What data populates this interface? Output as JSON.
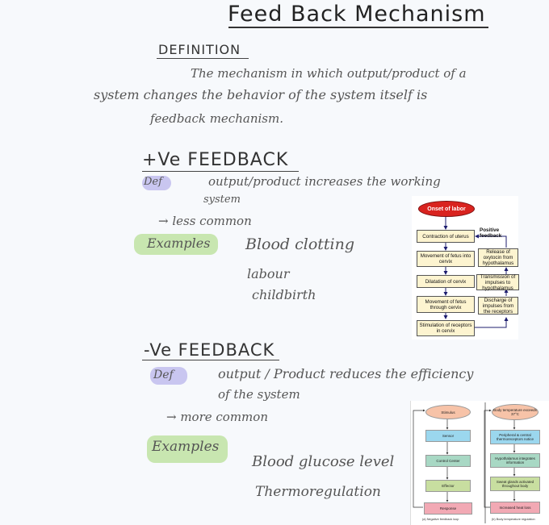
{
  "notes": {
    "title": "Feed Back Mechanism",
    "definition": {
      "heading": "DEFINITION",
      "line1": "The mechanism in which output/product of a",
      "line2": "system changes the behavior of the system itself is",
      "line3": "feedback mechanism."
    },
    "positive": {
      "heading": "+Ve FEEDBACK",
      "def_label": "Def",
      "def_line1": "output/product increases the working",
      "def_line2": "system",
      "note": "→ less common",
      "examples_label": "Examples",
      "example1": "Blood clotting",
      "example2": "labour",
      "example3": "childbirth"
    },
    "negative": {
      "heading": "-Ve FEEDBACK",
      "def_label": "Def",
      "def_line1": "output / Product reduces the efficiency",
      "def_line2": "of the system",
      "note": "→ more common",
      "examples_label": "Examples",
      "example1": "Blood glucose level",
      "example2": "Thermoregulation"
    }
  },
  "positive_diagram": {
    "onset": "Onset of labor",
    "feedback_label": "Positive feedback",
    "left_boxes": [
      "Contraction of uterus",
      "Movement of fetus into cervix",
      "Dilatation of cervix",
      "Movement of fetus through cervix",
      "Stimulation of receptors in cervix"
    ],
    "right_boxes": [
      "Release of oxytocin from hypothalamus",
      "Transmission of impulses to hypothalamus",
      "Discharge of impulses from the receptors"
    ]
  },
  "negative_diagram": {
    "left": {
      "boxes": [
        "Stimulus",
        "Sensor",
        "Control Center",
        "Effector",
        "Response"
      ],
      "caption": "(a) Negative feedback loop"
    },
    "right": {
      "boxes": [
        "Body temperature exceeds 37°C",
        "Peripheral & central thermoreceptors notice",
        "Hypothalamus integrates information",
        "Sweat glands activated throughout body",
        "Increased heat loss"
      ],
      "caption": "(b) Body temperature regulation"
    },
    "colors": {
      "stimulus": "#f7c3a8",
      "sensor": "#9bd7ee",
      "control": "#a8d8c4",
      "effector": "#c8dea0",
      "response": "#f2a9b4"
    }
  }
}
